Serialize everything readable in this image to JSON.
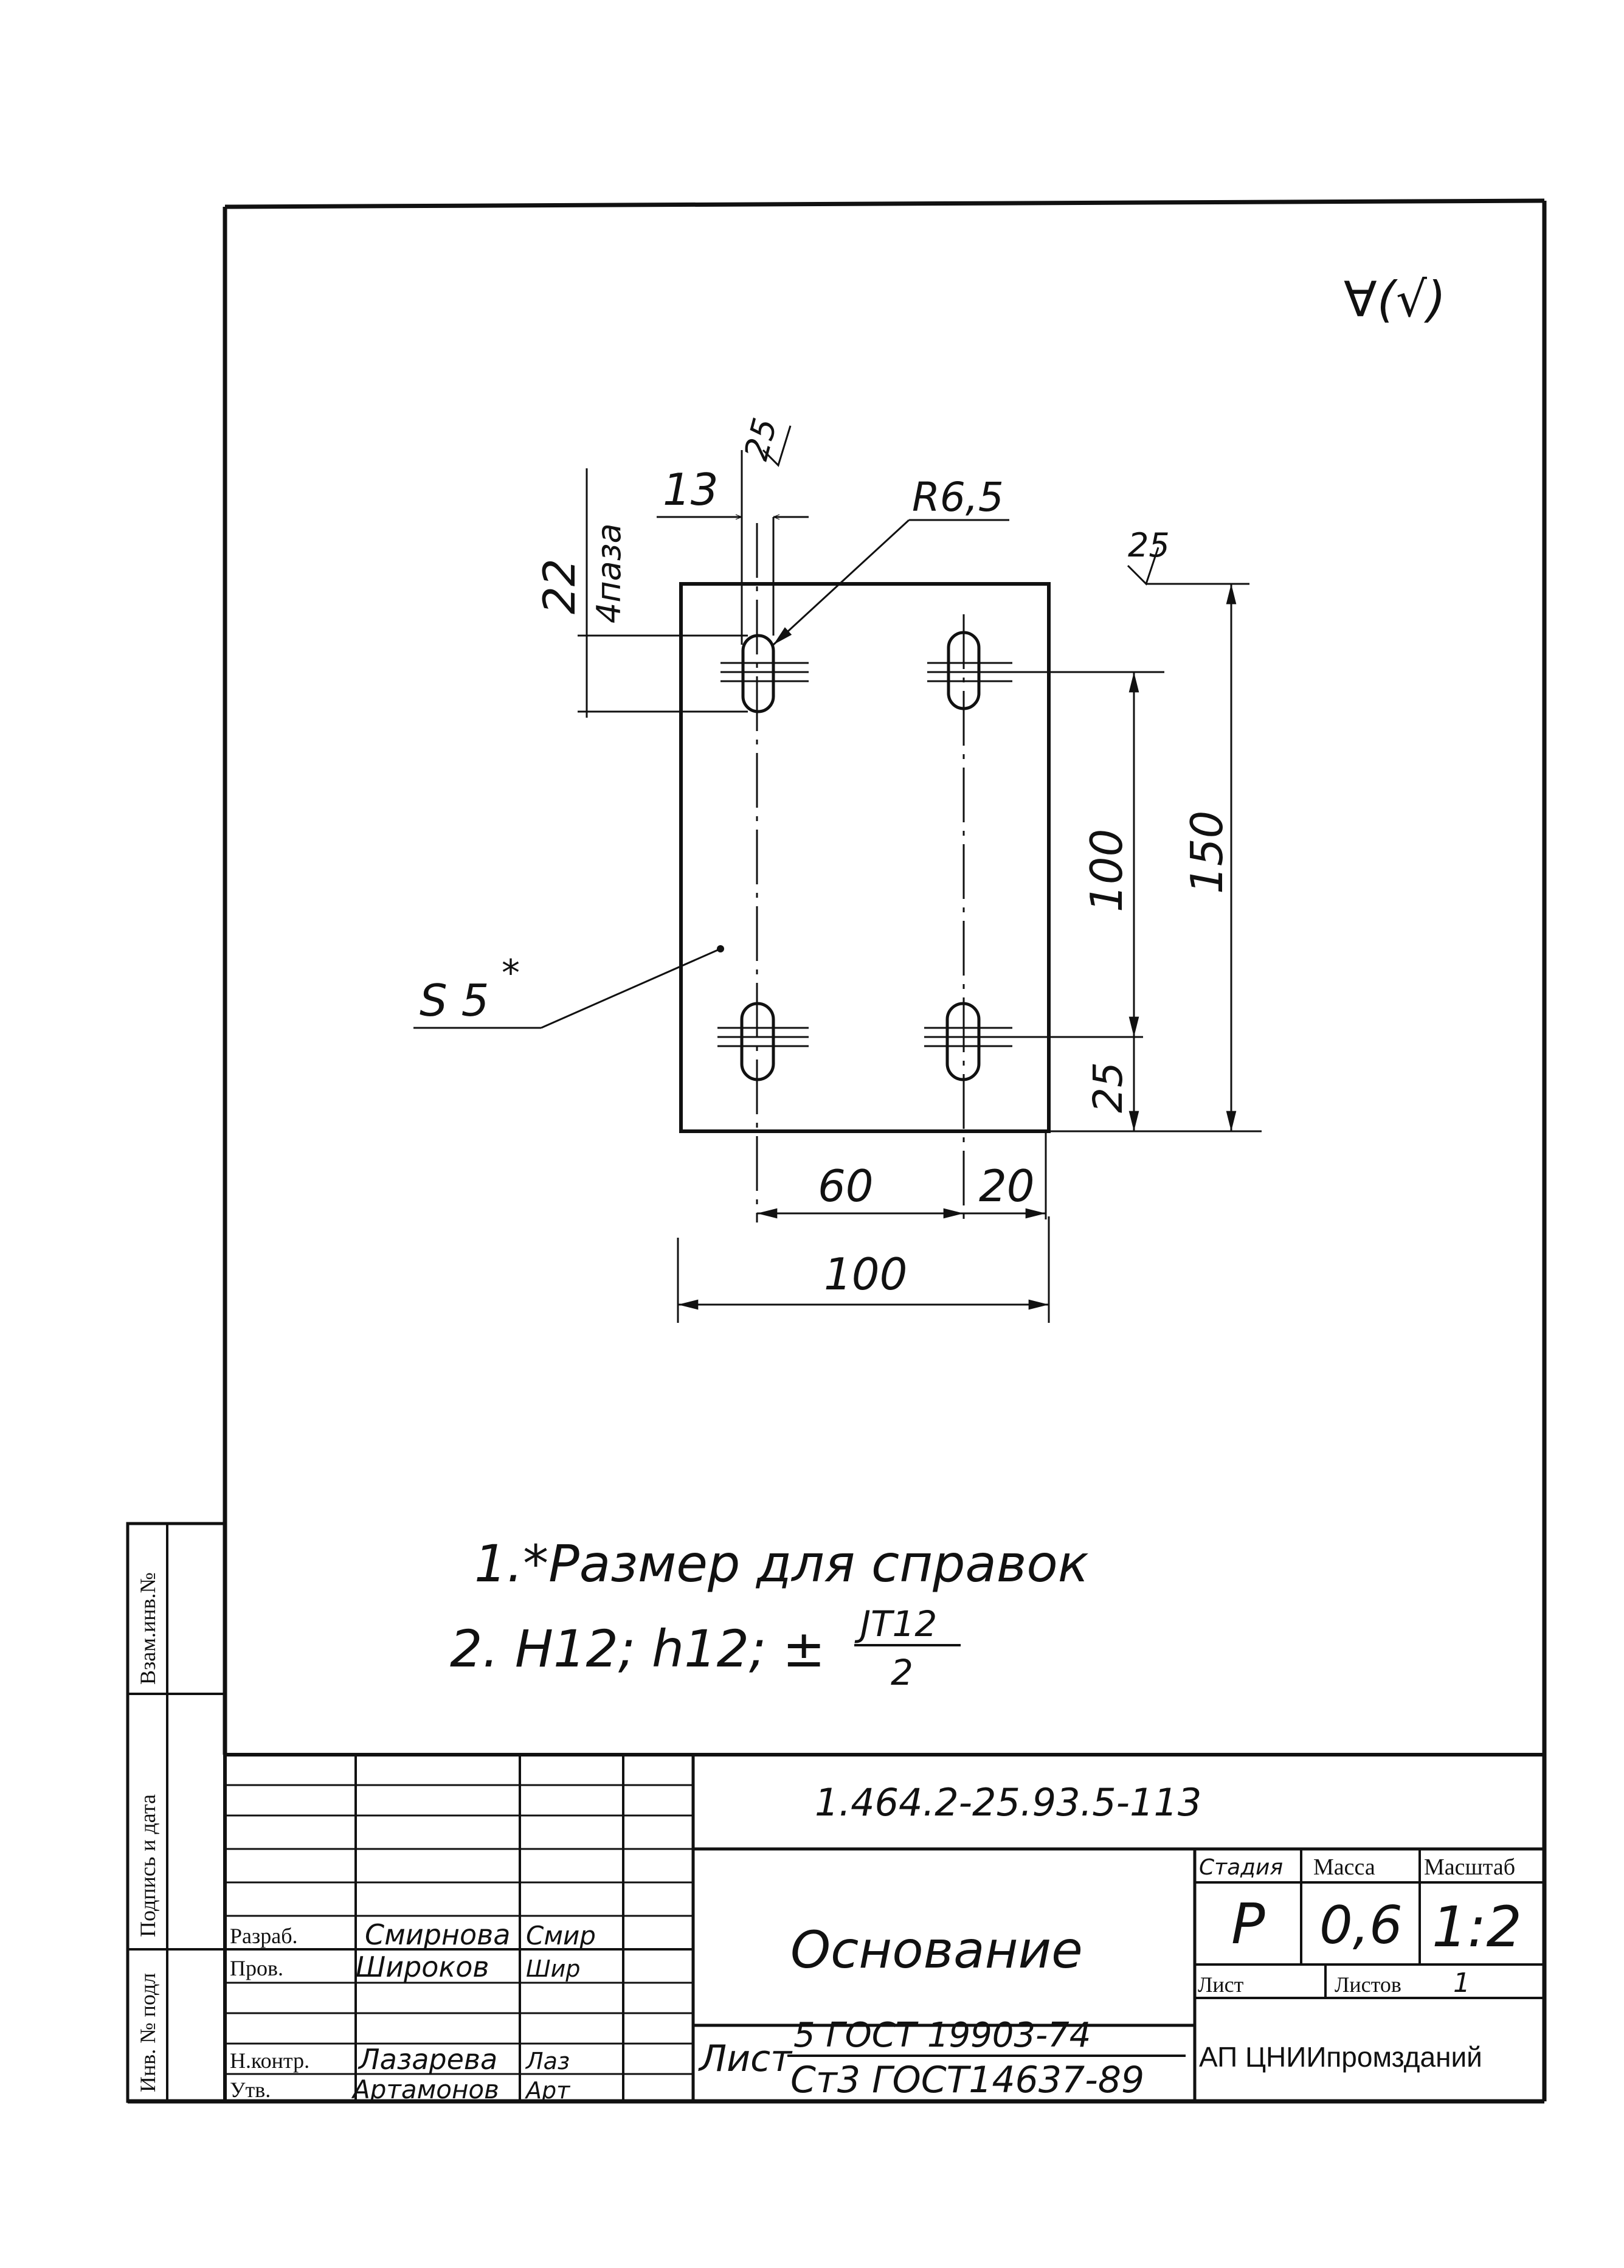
{
  "roughness": {
    "general": "∀(√)",
    "local_1": "25",
    "local_2": "25"
  },
  "dimensions": {
    "d13": "13",
    "r65": "R6,5",
    "d22": "22",
    "slots": "4паза",
    "d100v": "100",
    "d150": "150",
    "d25": "25",
    "d60": "60",
    "d20": "20",
    "d100h": "100",
    "thickness": "S 5",
    "thickness_mark": "*"
  },
  "notes": {
    "line1": "1.*Размер для справок",
    "line2_prefix": "2. H12; h12; ±",
    "line2_num": "JT12",
    "line2_den": "2"
  },
  "side_stamp": {
    "inv_podl": "Инв. № подл",
    "podpis_data": "Подпись и дата",
    "vzam_inv": "Взам.инв.№"
  },
  "title_block": {
    "doc_code": "1.464.2-25.93.5-113",
    "title": "Основание",
    "stage_label": "Стадия",
    "mass_label": "Масса",
    "scale_label": "Масштаб",
    "stage": "Р",
    "mass": "0,6",
    "scale": "1:2",
    "sheet_label": "Лист",
    "sheets_label": "Листов",
    "sheets_value": "1",
    "material_label": "Лист",
    "material_num": "5 ГОСТ 19903-74",
    "material_den": "Ст3 ГОСТ14637-89",
    "org": "АП ЦНИИпромзданий",
    "roles": [
      {
        "role": "Разраб.",
        "name": "Смирнова",
        "sign": "Смир"
      },
      {
        "role": "Пров.",
        "name": "Широков",
        "sign": "Шир"
      },
      {
        "role": "Н.контр.",
        "name": "Лазарева",
        "sign": "Лаз"
      },
      {
        "role": "Утв.",
        "name": "Артамонов",
        "sign": "Арт"
      }
    ]
  }
}
